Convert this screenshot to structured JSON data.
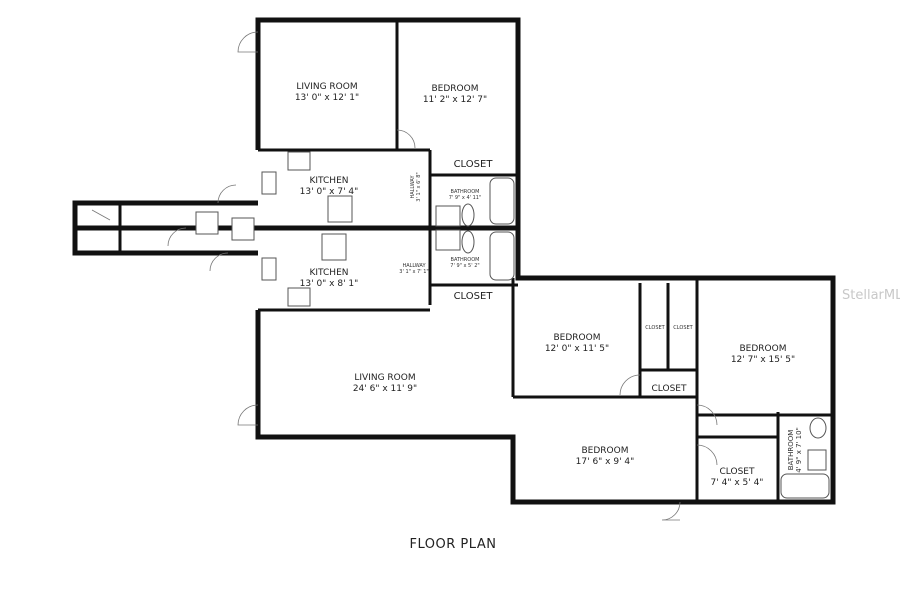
{
  "title": "FLOOR PLAN",
  "watermark": "StellarMLS",
  "rooms": {
    "living_top": {
      "name": "LIVING ROOM",
      "dims": "13' 0\" x 12' 1\""
    },
    "bedroom_top": {
      "name": "BEDROOM",
      "dims": "11' 2\" x 12' 7\""
    },
    "kitchen_top": {
      "name": "KITCHEN",
      "dims": "13' 0\" x 7' 4\""
    },
    "kitchen_bottom": {
      "name": "KITCHEN",
      "dims": "13' 0\" x 8' 1\""
    },
    "hallway_top": {
      "name": "HALLWAY",
      "dims": "3' 1\" x 6' 8\""
    },
    "hallway_bottom": {
      "name": "HALLWAY",
      "dims": "3' 1\" x 7' 1\""
    },
    "bathroom_top": {
      "name": "BATHROOM",
      "dims": "7' 9\" x 4' 11\""
    },
    "bathroom_bottom": {
      "name": "BATHROOM",
      "dims": "7' 9\" x 5' 2\""
    },
    "closet_top": {
      "name": "CLOSET"
    },
    "closet_mid": {
      "name": "CLOSET"
    },
    "living_bottom": {
      "name": "LIVING ROOM",
      "dims": "24' 6\" x 11' 9\""
    },
    "bedroom_mid": {
      "name": "BEDROOM",
      "dims": "12' 0\" x 11' 5\""
    },
    "closet_a": {
      "name": "CLOSET"
    },
    "closet_b": {
      "name": "CLOSET"
    },
    "closet_c": {
      "name": "CLOSET"
    },
    "bedroom_right": {
      "name": "BEDROOM",
      "dims": "12' 7\" x 15' 5\""
    },
    "bedroom_bottom": {
      "name": "BEDROOM",
      "dims": "17' 6\" x 9' 4\""
    },
    "closet_walkin": {
      "name": "CLOSET",
      "dims": "7' 4\" x 5' 4\""
    },
    "bathroom_right": {
      "name": "BATHROOM",
      "dims": "4' 9\" x 7' 10\""
    }
  }
}
